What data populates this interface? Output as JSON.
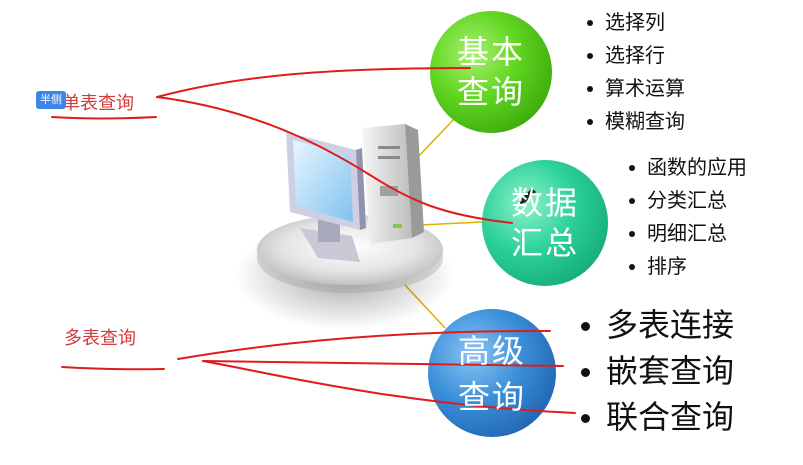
{
  "nodes": [
    {
      "id": "basic",
      "label_line1": "基本",
      "label_line2": "查询",
      "color": "#5bd21d"
    },
    {
      "id": "summary",
      "label_line1": "数据",
      "label_line2": "汇总",
      "color": "#22c993"
    },
    {
      "id": "advanced",
      "label_line1": "高级",
      "label_line2": "查询",
      "color": "#2e86d3"
    }
  ],
  "basic_items": [
    "选择列",
    "选择行",
    "算术运算",
    "模糊查询"
  ],
  "summary_items": [
    "函数的应用",
    "分类汇总",
    "明细汇总",
    "排序"
  ],
  "advanced_items": [
    "多表连接",
    "嵌套查询",
    "联合查询"
  ],
  "annotations": {
    "single_table": "单表查询",
    "multi_table": "多表查询",
    "tag": "半侧",
    "ink_color": "#e01b1b"
  },
  "icons": {
    "computer": "computer-icon",
    "pen": "pen-cursor-icon"
  }
}
